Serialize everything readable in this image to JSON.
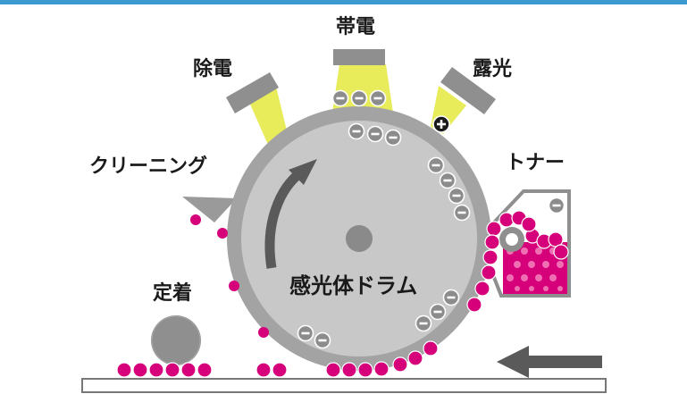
{
  "labels": {
    "charging": "帯電",
    "discharge": "除電",
    "exposure": "露光",
    "cleaning": "クリーニング",
    "toner": "トナー",
    "fixing": "定着",
    "drum": "感光体ドラム"
  },
  "colors": {
    "top_bar": "#3d9ad1",
    "drum_outer": "#a3a3a3",
    "drum_inner": "#c8c8c8",
    "drum_hub": "#8a8a8a",
    "arrow": "#5a5a5a",
    "unit_gray": "#8f8f8f",
    "light_beam": "#e8ec5a",
    "toner_particle": "#d6007a",
    "charge_token": "#8c8c8c",
    "paper_outline": "#777777"
  },
  "icons": {
    "negative_charge": "minus-circle-icon",
    "positive_charge": "plus-circle-icon",
    "rotation": "curved-arrow-icon",
    "paper_feed": "left-arrow-icon"
  }
}
